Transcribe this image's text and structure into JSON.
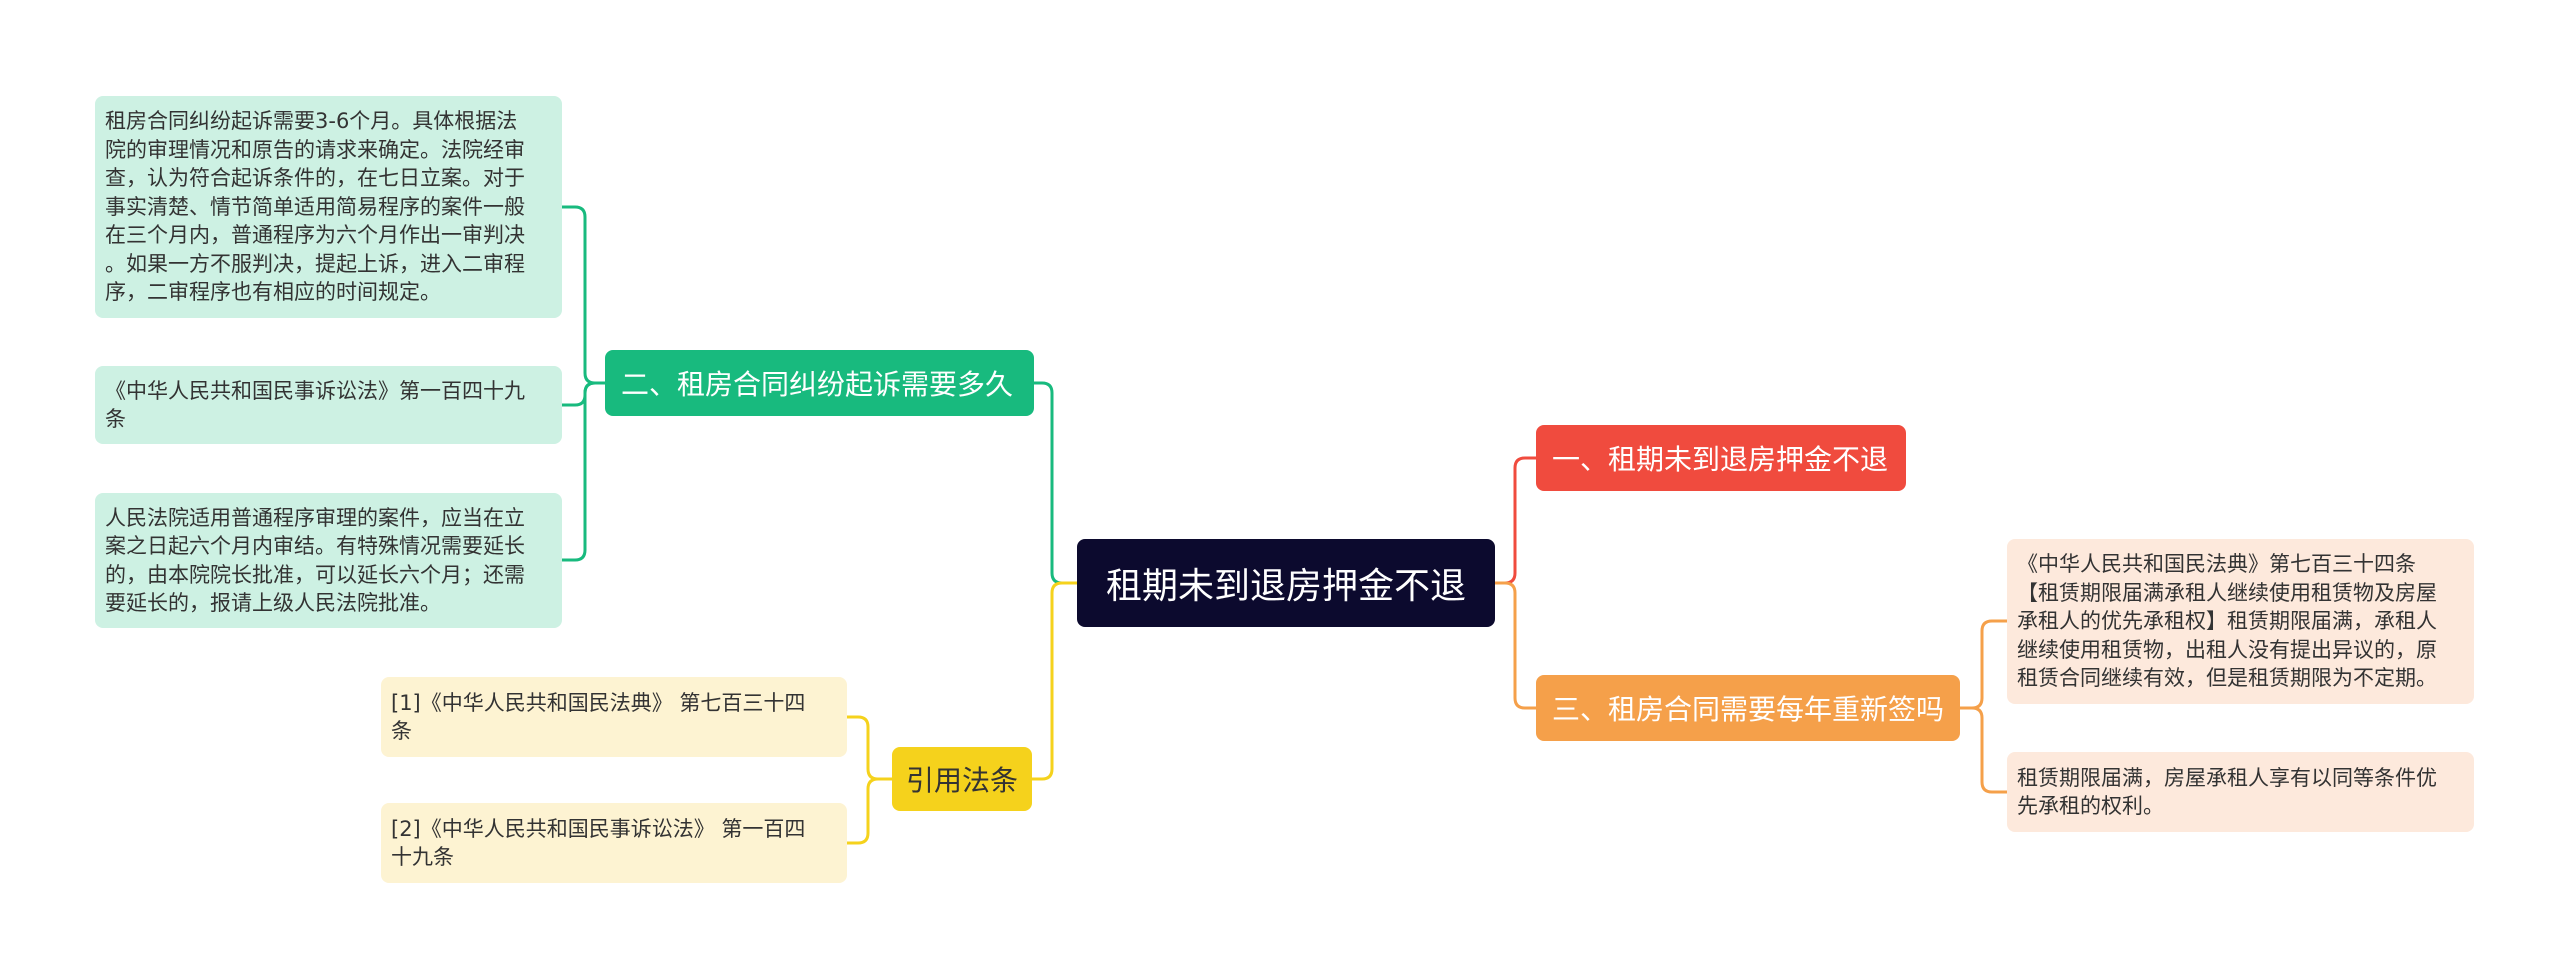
{
  "root": {
    "label": "租期未到退房押金不退"
  },
  "branches": {
    "lawsuit": {
      "label": "二、租房合同纠纷起诉需要多久",
      "leaves": [
        "租房合同纠纷起诉需要3-6个月。具体根据法\n院的审理情况和原告的请求来确定。法院经审\n查，认为符合起诉条件的，在七日立案。对于\n事实清楚、情节简单适用简易程序的案件一般\n在三个月内，普通程序为六个月作出一审判决\n。如果一方不服判决，提起上诉，进入二审程\n序，二审程序也有相应的时间规定。",
        "《中华人民共和国民事诉讼法》第一百四十九\n条",
        "人民法院适用普通程序审理的案件，应当在立\n案之日起六个月内审结。有特殊情况需要延长\n的，由本院院长批准，可以延长六个月；还需\n要延长的，报请上级人民法院批准。"
      ]
    },
    "citations": {
      "label": "引用法条",
      "leaves": [
        "[1]《中华人民共和国民法典》 第七百三十四\n条",
        "[2]《中华人民共和国民事诉讼法》 第一百四\n十九条"
      ]
    },
    "deposit": {
      "label": "一、租期未到退房押金不退"
    },
    "renewal": {
      "label": "三、租房合同需要每年重新签吗",
      "leaves": [
        "《中华人民共和国民法典》第七百三十四条\n【租赁期限届满承租人继续使用租赁物及房屋\n承租人的优先承租权】租赁期限届满，承租人\n继续使用租赁物，出租人没有提出异议的，原\n租赁合同继续有效，但是租赁期限为不定期。",
        "租赁期限届满，房屋承租人享有以同等条件优\n先承租的权利。"
      ]
    }
  },
  "colors": {
    "root": "#0c0a2e",
    "green": "#18ba7e",
    "yellow": "#f5d21c",
    "red": "#f04b3e",
    "orange": "#f5a04a"
  }
}
